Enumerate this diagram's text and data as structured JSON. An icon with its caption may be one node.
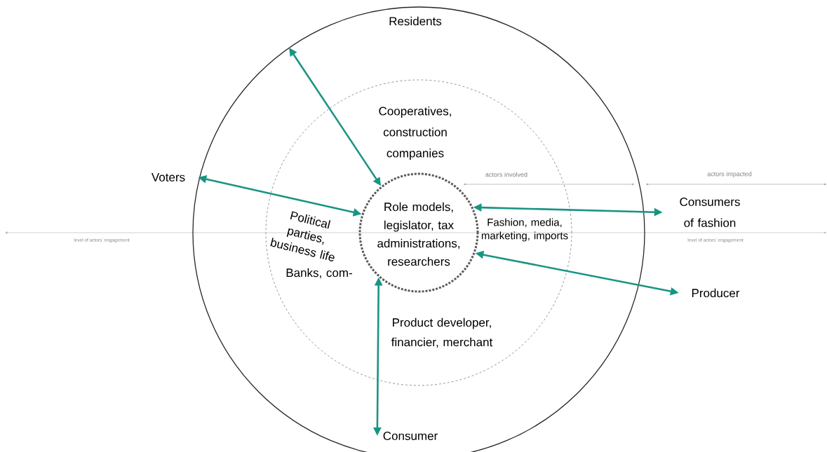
{
  "diagram": {
    "nodes": [
      {
        "text": [
          "Residents"
        ]
      },
      {
        "text": [
          "Cooperatives, construction companies",
          "Political parties, business life",
          "Banks, com-",
          "Fashion, media, marketing, imports",
          "Product developer, financier, merchant"
        ],
        "in": 0
      },
      {
        "text": [
          "Role models, legislator, tax administrations, researchers"
        ],
        "in": 1
      },
      {
        "text": [
          "Voters"
        ]
      },
      {
        "text": [
          "Consumers of fashion"
        ]
      },
      {
        "text": [
          "Producer"
        ]
      },
      {
        "text": [
          "Consumer"
        ],
        "in": 0
      }
    ],
    "edges": [
      {
        "from": 0,
        "to": 2,
        "arrow": "both"
      },
      {
        "from": 3,
        "to": 2,
        "arrow": "both"
      },
      {
        "from": 2,
        "to": 4,
        "arrow": "both"
      },
      {
        "from": 5,
        "to": 2,
        "arrow": "both"
      },
      {
        "from": 6,
        "to": 2,
        "arrow": "both"
      }
    ],
    "labels": [
      "actors involved",
      "actors impacted",
      "level of actors’ engagement",
      "level of actors’ engagement"
    ]
  }
}
